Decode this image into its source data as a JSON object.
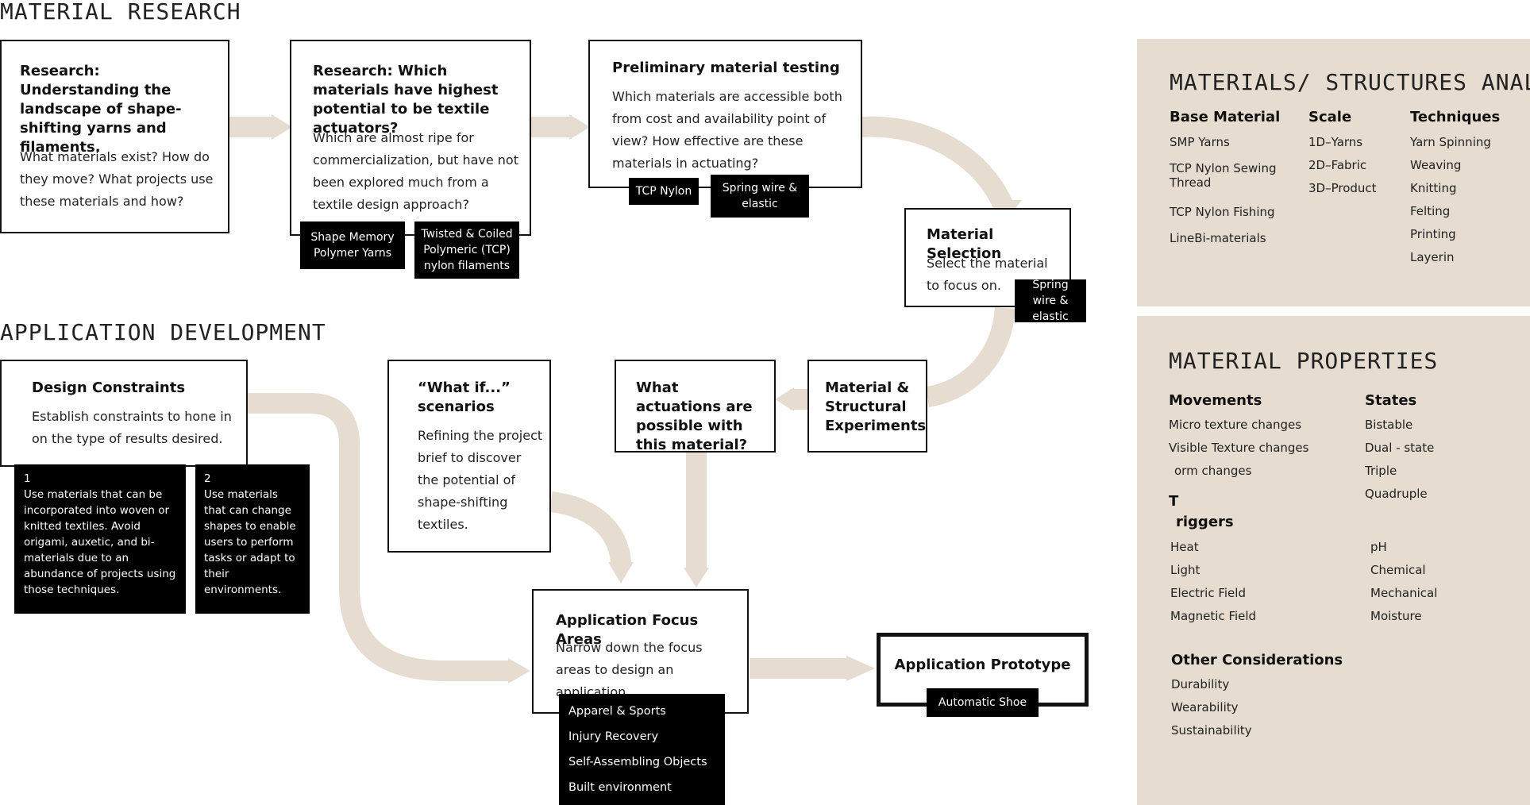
{
  "sections": {
    "research": "MATERIAL RESEARCH",
    "application": "APPLICATION DEVELOPMENT"
  },
  "colors": {
    "arrow": "#e6dccf",
    "panel": "#e6dccf",
    "tag": "#000000"
  },
  "boxes": {
    "research1": {
      "title": "Research: Understanding the landscape of shape-shifting yarns and filaments.",
      "desc": "What materials exist? How do they move? What projects use these materials and how?"
    },
    "research2": {
      "title": "Research: Which materials have highest potential to be textile actuators?",
      "desc": "Which are almost ripe for commercialization, but have not been explored much from a textile design approach?",
      "tags": [
        "Shape Memory Polymer Yarns",
        "Twisted & Coiled Polymeric (TCP) nylon filaments"
      ]
    },
    "prelim": {
      "title": "Preliminary material testing",
      "desc": "Which materials are accessible both from cost and availability point of view? How effective are these materials in actuating?",
      "tags": [
        "TCP Nylon",
        "Spring wire & elastic"
      ]
    },
    "selection": {
      "title": "Material Selection",
      "desc": "Select the material to focus on.",
      "tag": "Spring wire & elastic"
    },
    "experiments": {
      "title": "Material & Structural Experiments"
    },
    "actuations": {
      "title": "What actuations are possible with this material?"
    },
    "whatif": {
      "title": "“What if...” scenarios",
      "desc": "Refining the project brief to discover the potential of shape-shifting textiles."
    },
    "constraints": {
      "title": "Design Constraints",
      "desc": "Establish constraints to hone in on the type of results desired.",
      "notes": [
        {
          "num": "1",
          "text": "Use materials that can be incorporated into woven or knitted textiles. Avoid origami, auxetic, and bi-materials due to an abundance of projects using those techniques."
        },
        {
          "num": "2",
          "text": "Use materials that can change shapes to enable users to perform tasks or adapt to their environments."
        }
      ]
    },
    "focus": {
      "title": "Application Focus Areas",
      "desc": "Narrow down the focus areas to design an application",
      "items": [
        "Apparel & Sports",
        "Injury Recovery",
        "Self-Assembling Objects",
        "Built environment"
      ]
    },
    "prototype": {
      "title": "Application Prototype",
      "tag": "Automatic Shoe"
    }
  },
  "analysis": {
    "title": "MATERIALS/ STRUCTURES ANALYSIS",
    "columns": [
      {
        "heading": "Base Material",
        "items": [
          "SMP Yarns",
          "TCP Nylon Sewing Thread",
          "TCP Nylon Fishing",
          "LineBi-materials"
        ]
      },
      {
        "heading": "Scale",
        "items": [
          "1D–Yarns",
          "2D–Fabric",
          "3D–Product"
        ]
      },
      {
        "heading": "Techniques",
        "items": [
          "Yarn Spinning",
          "Weaving",
          "Knitting",
          "Felting",
          "Printing",
          "Layerin"
        ]
      }
    ]
  },
  "properties": {
    "title": "MATERIAL PROPERTIES",
    "movements": {
      "heading": "Movements",
      "items": [
        "Micro texture changes",
        "Visible Texture changes",
        "orm changes"
      ]
    },
    "states": {
      "heading": "States",
      "items": [
        "Bistable",
        "Dual - state",
        "Triple",
        "Quadruple"
      ]
    },
    "triggers": {
      "heading_a": "T",
      "heading_b": "riggers",
      "left": [
        "Heat",
        "Light",
        "Electric Field",
        "Magnetic Field"
      ],
      "right": [
        "pH",
        "Chemical",
        "Mechanical",
        "Moisture"
      ]
    },
    "other": {
      "heading": "Other Considerations",
      "items": [
        "Durability",
        "Wearability",
        "Sustainability"
      ]
    }
  }
}
